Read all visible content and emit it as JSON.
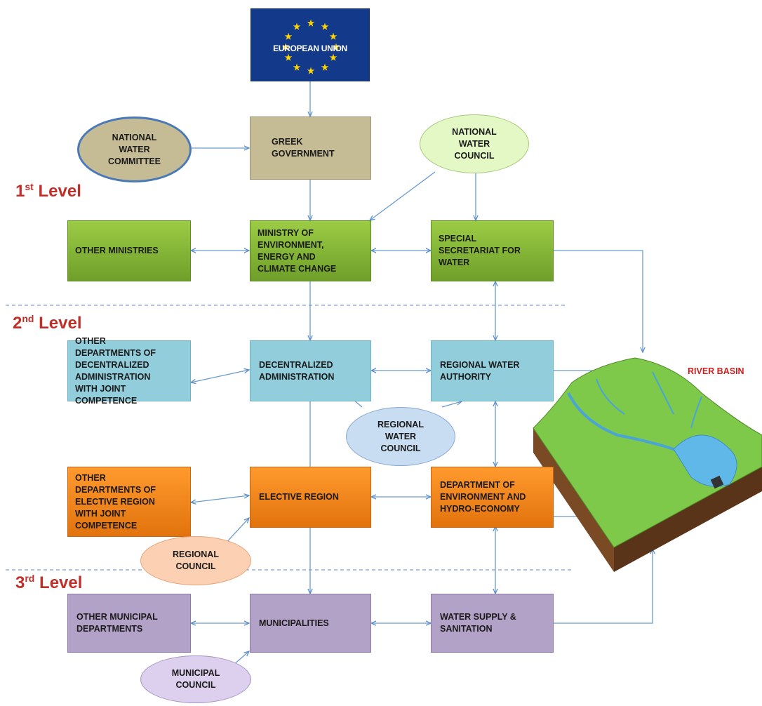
{
  "title": "",
  "levels": {
    "first_num": "1",
    "first_sup": "st",
    "first_word": "Level",
    "second_num": "2",
    "second_sup": "nd",
    "second_word": "Level",
    "third_num": "3",
    "third_sup": "rd",
    "third_word": "Level"
  },
  "nodes": {
    "european_union": "EUROPEAN UNION",
    "greek_government": "GREEK\nGOVERNMENT",
    "national_water_committee": "NATIONAL\nWATER\nCOMMITTEE",
    "national_water_council": "NATIONAL\nWATER\nCOUNCIL",
    "other_ministries": "OTHER MINISTRIES",
    "ministry": "MINISTRY OF\nENVIRONMENT,\nENERGY AND\nCLIMATE CHANGE",
    "special_secretariat": "SPECIAL\nSECRETARIAT FOR\nWATER",
    "other_departments_decentralized": "OTHER\nDEPARTMENTS OF\nDECENTRALIZED\nADMINISTRATION\nWITH  JOINT\nCOMPETENCE",
    "decentralized_administration": "DECENTRALIZED\nADMINISTRATION",
    "regional_water_authority": "REGIONAL WATER\nAUTHORITY",
    "regional_water_council": "REGIONAL\nWATER\nCOUNCIL",
    "other_departments_elective": "OTHER\nDEPARTMENTS OF\nELECTIVE REGION\nWITH JOINT\nCOMPETENCE",
    "elective_region": "ELECTIVE REGION",
    "department_environment": "DEPARTMENT OF\nENVIRONMENT AND\nHYDRO-ECONOMY",
    "regional_council": "REGIONAL\nCOUNCIL",
    "other_municipal_departments": "OTHER MUNICIPAL\nDEPARTMENTS",
    "municipalities": "MUNICIPALITIES",
    "water_supply": "WATER SUPPLY &\nSANITATION",
    "municipal_council": "MUNICIPAL\nCOUNCIL",
    "river_basin": "RIVER BASIN"
  },
  "colors": {
    "eu": "#12398a",
    "government": "#c5bc96",
    "level1": "#8dbb3a",
    "level2": "#92cddc",
    "elective": "#f58520",
    "municipal": "#b3a2c7",
    "level_label": "#c0302a",
    "arrow": "#5b8fc9",
    "river_label": "#cc1f1f"
  },
  "icons": [
    "eu-stars-flag",
    "river-basin-terrain"
  ]
}
